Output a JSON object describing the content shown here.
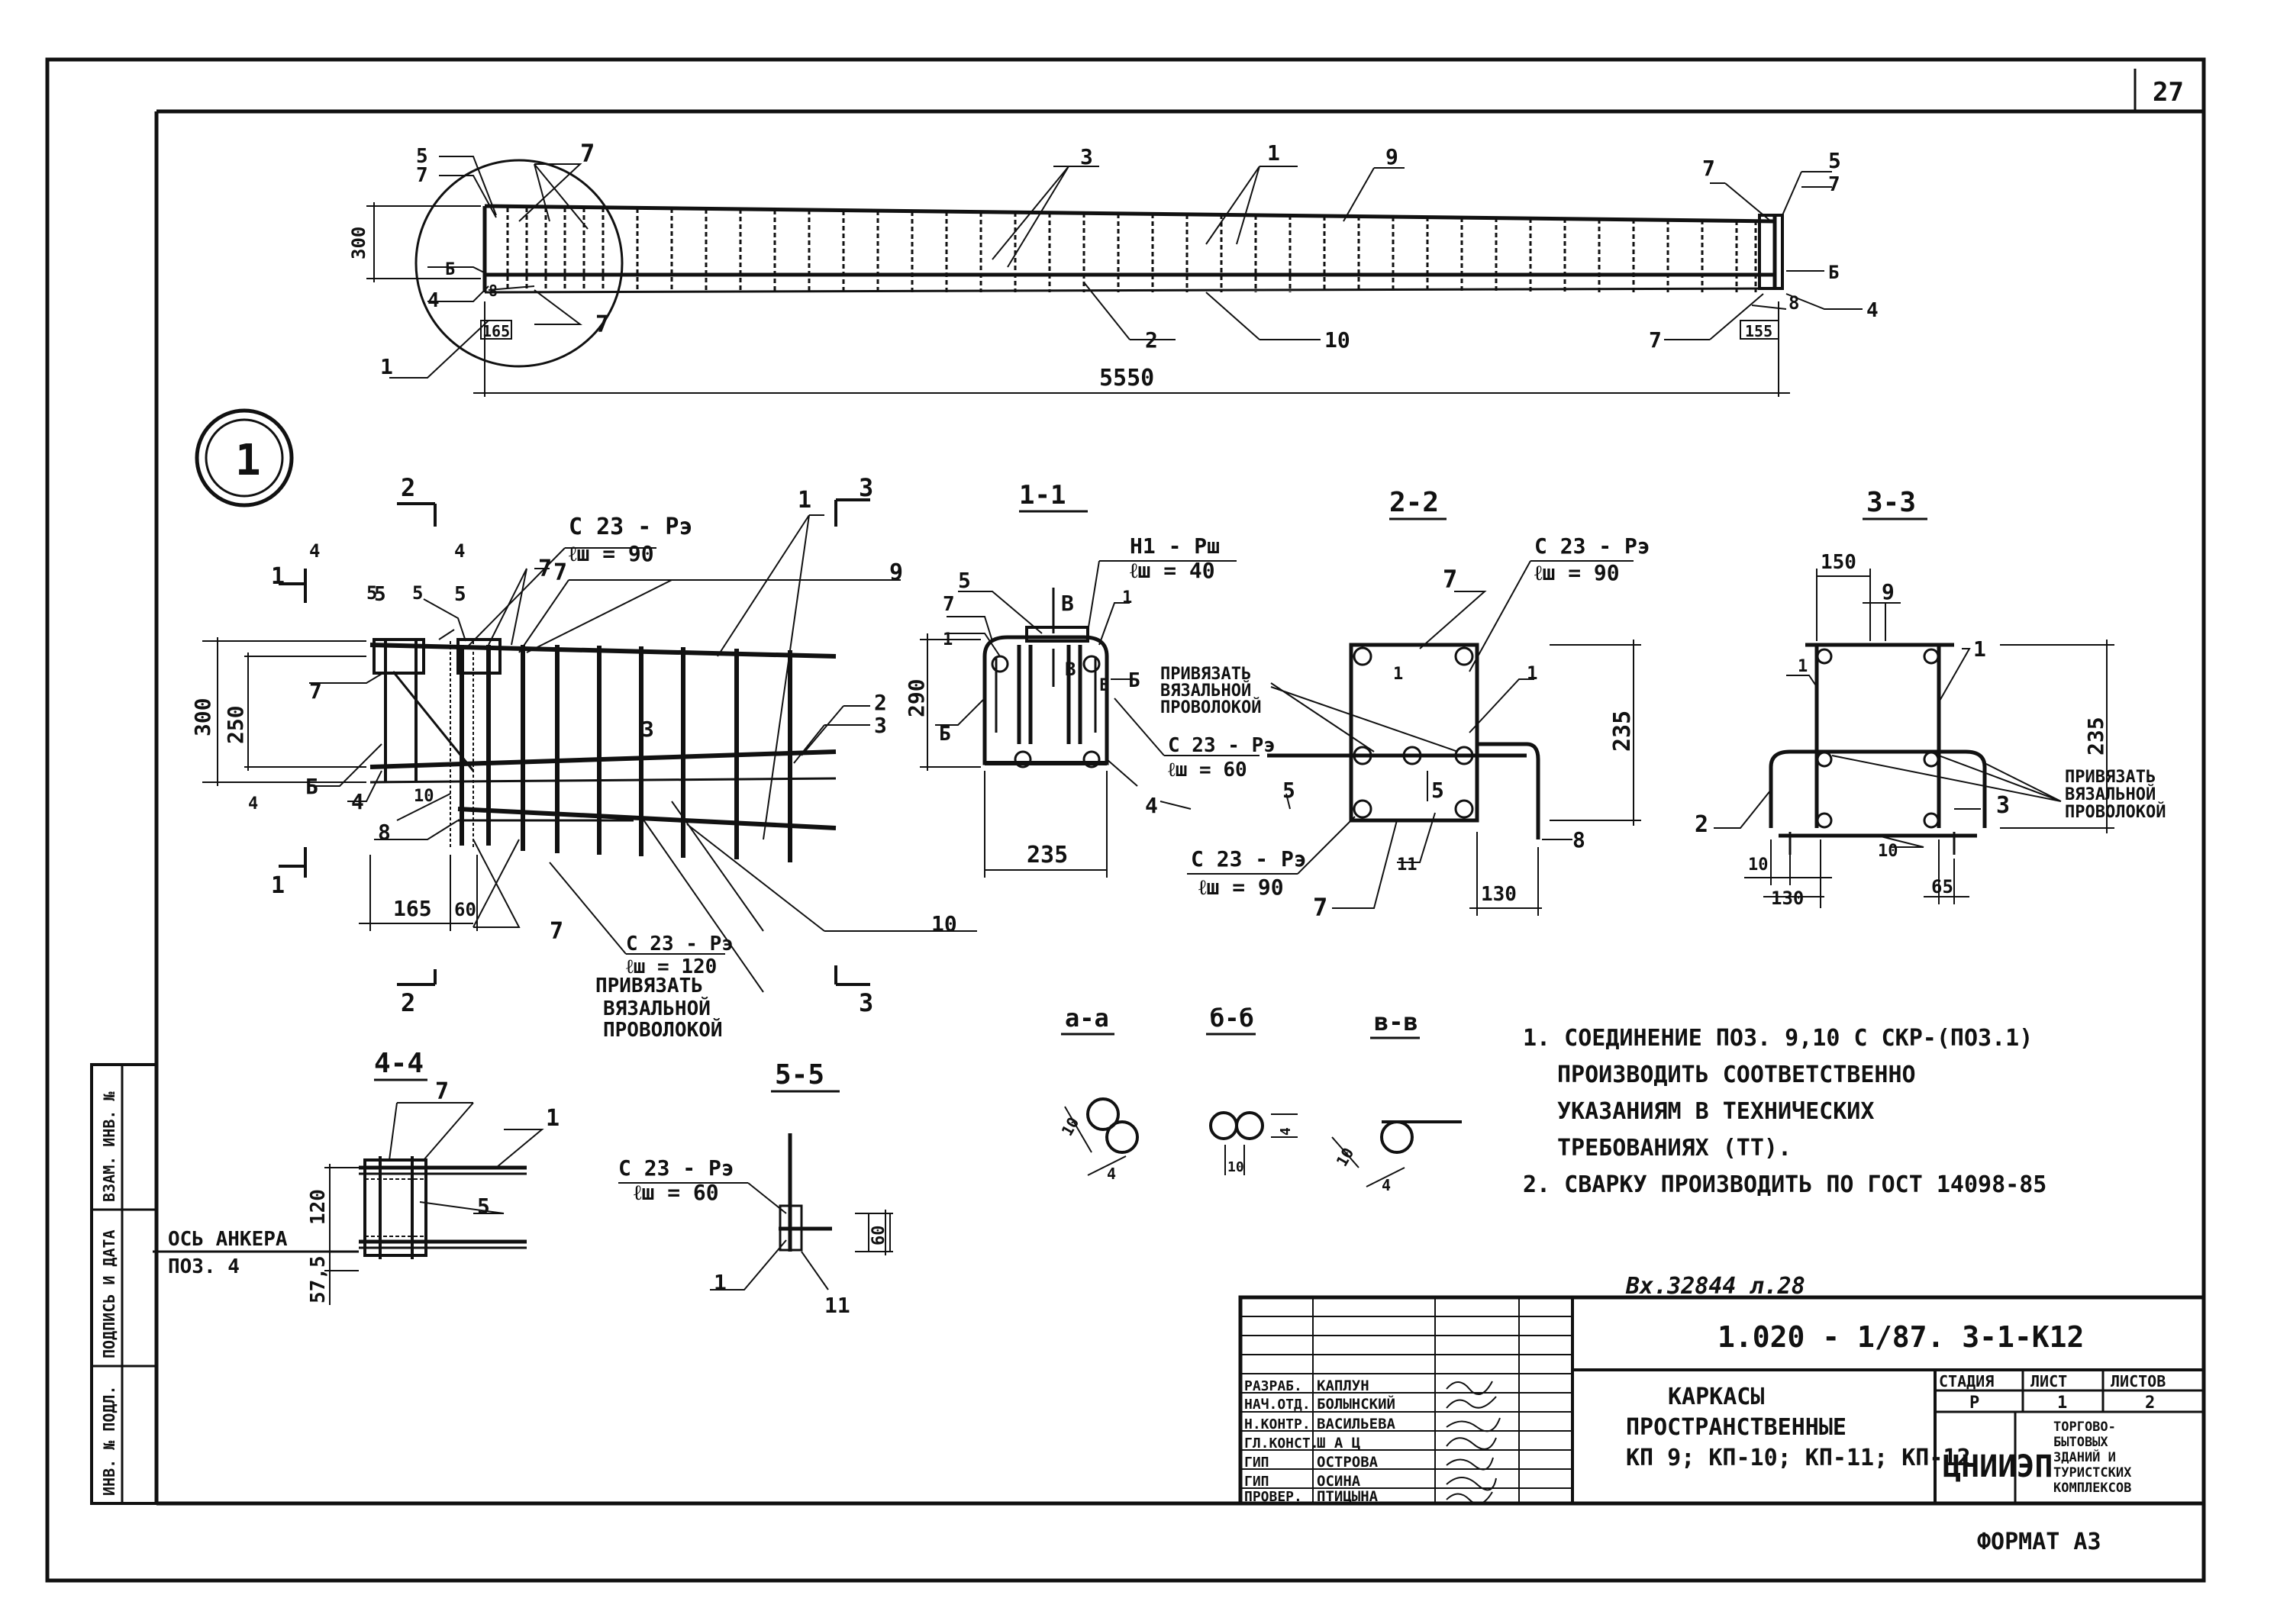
{
  "sheet": {
    "page_number": "27",
    "format_label": "ФОРМАТ А3",
    "archive_note": "Вх.32844 л.28"
  },
  "title_block": {
    "designation": "1.020 - 1/87. 3-1-К12",
    "title_line1": "КАРКАСЫ",
    "title_line2": "ПРОСТРАНСТВЕННЫЕ",
    "title_line3": "КП 9; КП-10; КП-11; КП-12",
    "stage_header": "СТАДИЯ",
    "sheet_header": "ЛИСТ",
    "sheets_header": "ЛИСТОВ",
    "stage": "Р",
    "sheet": "1",
    "sheets": "2",
    "org_logo": "ЦНИИЭП",
    "org_text": [
      "ТОРГОВО-",
      "БЫТОВЫХ",
      "ЗДАНИЙ И",
      "ТУРИСТСКИХ",
      "КОМПЛЕКСОВ"
    ],
    "signatures": [
      {
        "role": "НАЧ.ОТД.",
        "name": "БОЛЫНСКИЙ"
      },
      {
        "role": "Н.КОНТР.",
        "name": "ВАСИЛЬЕВА"
      },
      {
        "role": "ГЛ.КОНСТ.",
        "name": "Ш А Ц"
      },
      {
        "role": "ГИП",
        "name": "ОСТРОВА"
      },
      {
        "role": "ГИП",
        "name": "ОСИНА"
      },
      {
        "role": "ПРОВЕР.",
        "name": "ПТИЦЫНА"
      },
      {
        "role": "РАЗРАБ.",
        "name": "КАПЛУН"
      }
    ]
  },
  "side_stamp": {
    "cells": [
      "ВЗАМ. ИНВ. №",
      "ПОДПИСЬ И ДАТА",
      "ИНВ. № ПОДЛ."
    ]
  },
  "notes": [
    "1. СОЕДИНЕНИЕ ПОЗ. 9,10 С СКР-(ПОЗ.1)",
    "ПРОИЗВОДИТЬ СООТВЕТСТВЕННО",
    "УКАЗАНИЯМ В ТЕХНИЧЕСКИХ",
    "ТРЕБОВАНИЯХ (ТТ).",
    "2. СВАРКУ ПРОИЗВОДИТЬ ПО ГОСТ 14098-85"
  ],
  "top_view": {
    "dim_height": "300",
    "dim_length": "5550",
    "dim_left": "165",
    "dim_right": "155",
    "callouts": [
      "5",
      "7",
      "7",
      "Б",
      "4",
      "8",
      "7",
      "1",
      "3",
      "1",
      "9",
      "2",
      "10",
      "7",
      "5",
      "7",
      "Б",
      "4",
      "8",
      "7"
    ]
  },
  "detail_1": {
    "marker": "1",
    "dim_300": "300",
    "dim_250": "250",
    "dim_165": "165",
    "dim_60": "60",
    "weld1_a": "С 23 - Рэ",
    "weld1_b": "ℓш = 90",
    "weld2_a": "С 23 - Рэ",
    "weld2_b": "ℓш = 120",
    "tie": "ПРИВЯЗАТЬ",
    "tie2": "ВЯЗАЛЬНОЙ",
    "tie3": "ПРОВОЛОКОЙ",
    "section_marks": [
      "1",
      "1",
      "2",
      "2",
      "3",
      "3",
      "4",
      "4",
      "5",
      "5"
    ],
    "callouts": [
      "7",
      "Б",
      "4",
      "8",
      "10",
      "7",
      "5",
      "5",
      "7",
      "7",
      "1",
      "9",
      "3",
      "2",
      "3",
      "10"
    ]
  },
  "section_1_1": {
    "label": "1-1",
    "weld_a": "Н1 - Рш",
    "weld_b": "ℓш = 40",
    "weld2_a": "С 23 - Рэ",
    "weld2_b": "ℓш = 60",
    "dim_290": "290",
    "dim_235": "235",
    "callouts": [
      "5",
      "7",
      "1",
      "1",
      "Б",
      "Б",
      "4",
      "Б",
      "В",
      "В"
    ]
  },
  "section_2_2": {
    "label": "2-2",
    "weld_a": "С 23 - Рэ",
    "weld_b": "ℓш = 90",
    "weld2_a": "С 23 - Рэ",
    "weld2_b": "ℓш = 90",
    "tie": "ПРИВЯЗАТЬ",
    "tie2": "ВЯЗАЛЬНОЙ",
    "tie3": "ПРОВОЛОКОЙ",
    "dim_235": "235",
    "dim_130": "130",
    "callouts": [
      "7",
      "1",
      "1",
      "8",
      "7",
      "11",
      "5",
      "5"
    ]
  },
  "section_3_3": {
    "label": "3-3",
    "tie": "ПРИВЯЗАТЬ",
    "tie2": "ВЯЗАЛЬНОЙ",
    "tie3": "ПРОВОЛОКОЙ",
    "dim_150": "150",
    "dim_235": "235",
    "dim_10": "10",
    "dim_130": "130",
    "dim_65": "65",
    "callouts": [
      "9",
      "1",
      "2",
      "1",
      "3",
      "10"
    ]
  },
  "section_4_4": {
    "label": "4-4",
    "dim_120": "120",
    "dim_575": "57,5",
    "axis_a": "ОСЬ АНКЕРА",
    "axis_b": "ПОЗ. 4",
    "callouts": [
      "7",
      "1",
      "5"
    ]
  },
  "section_5_5": {
    "label": "5-5",
    "weld_a": "С 23 - Рэ",
    "weld_b": "ℓш = 60",
    "dim_60": "60",
    "callouts": [
      "1",
      "11"
    ]
  },
  "weld_details": [
    {
      "label": "а-а",
      "dim": "10",
      "dim2": "4"
    },
    {
      "label": "б-б",
      "dim": "4",
      "dim2": "10"
    },
    {
      "label": "в-в",
      "dim": "10",
      "dim2": "4"
    }
  ]
}
